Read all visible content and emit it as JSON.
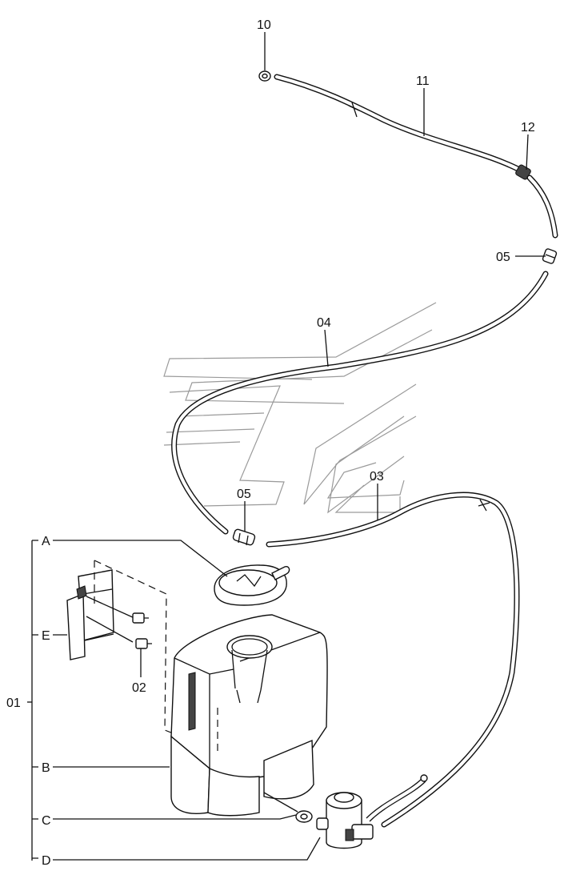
{
  "callouts": {
    "p10": "10",
    "p11": "11",
    "p12": "12",
    "p05_top": "05",
    "p04": "04",
    "p05_mid": "05",
    "p03": "03",
    "p02": "02",
    "p01": "01",
    "pA": "A",
    "pB": "B",
    "pC": "C",
    "pD": "D",
    "pE": "E"
  }
}
